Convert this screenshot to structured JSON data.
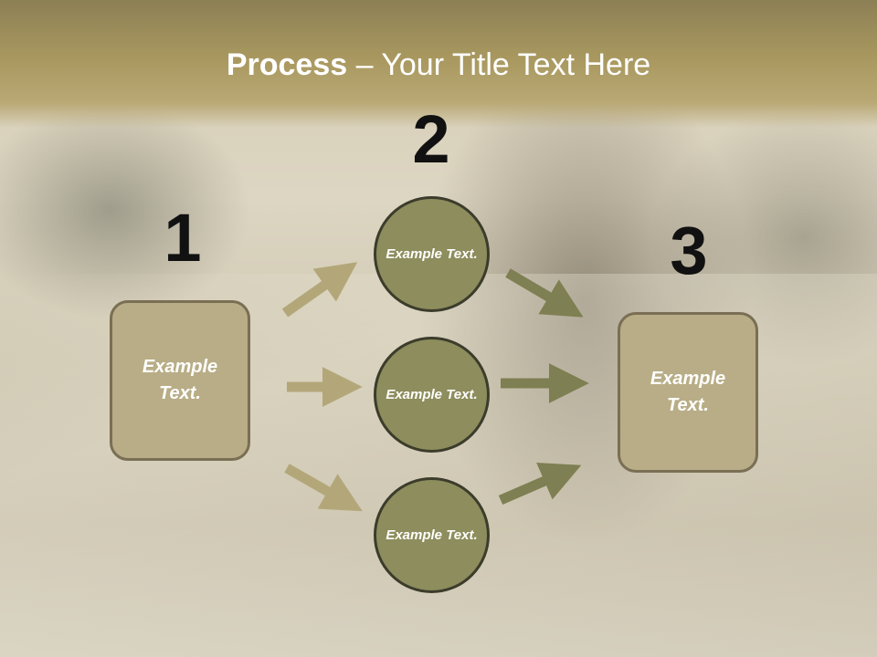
{
  "title": {
    "bold": "Process",
    "rest": " – Your Title Text Here"
  },
  "steps": [
    {
      "number": "1",
      "label": "Example Text."
    },
    {
      "number": "2",
      "labels": [
        "Example Text.",
        "Example Text.",
        "Example Text."
      ]
    },
    {
      "number": "3",
      "label": "Example Text."
    }
  ],
  "colors": {
    "box_fill": "#b8ad86",
    "circle_fill": "#8d8d5d",
    "arrow_light": "#b3a77a",
    "arrow_dark": "#7e7f52",
    "title_band": "#a8985f"
  }
}
